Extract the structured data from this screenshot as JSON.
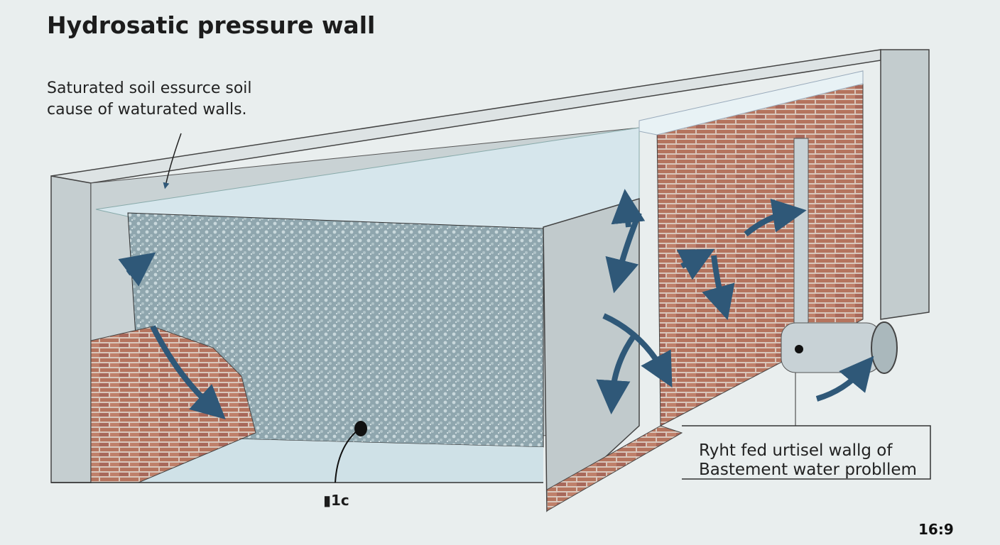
{
  "title": "Hydrosatic pressure wall",
  "caption": {
    "line1": "Saturated soil essurce soil",
    "line2": "cause of waturated walls."
  },
  "callout": {
    "line1": "Ryht fed urtisel wallg of",
    "line2": "Bastement water probllem"
  },
  "marker_label": "1c",
  "aspect_label": "16:9",
  "colors": {
    "background": "#e9eeee",
    "concrete": "#c9d2d4",
    "soil": "#9fb3ba",
    "water": "#d6e6ec",
    "brick": "#b5745e",
    "arrow": "#2f5878",
    "pipe": "#c8d2d6"
  }
}
